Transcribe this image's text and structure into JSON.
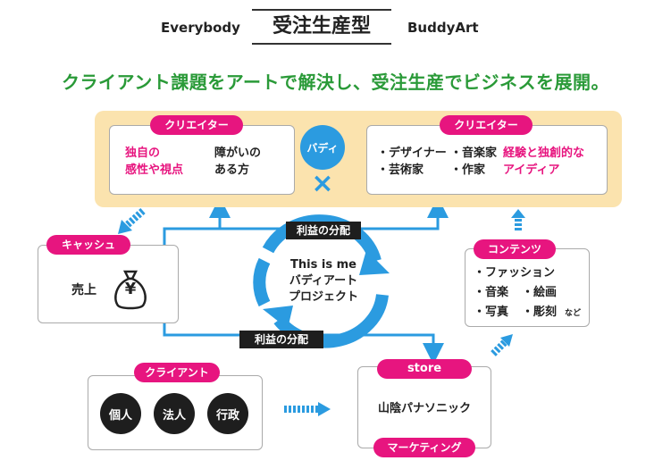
{
  "header": {
    "left": "Everybody",
    "center": "受注生産型",
    "right": "BuddyArt"
  },
  "headline": "クライアント課題をアートで解決し、受注生産でビジネスを展開。",
  "creator_left": {
    "label": "クリエイター",
    "col1": [
      "独自の",
      "感性や視点"
    ],
    "col2": [
      "障がいの",
      "ある方"
    ]
  },
  "buddy": {
    "label": "バディ",
    "cross": "×"
  },
  "creator_right": {
    "label": "クリエイター",
    "col1": [
      "・デザイナー",
      "・芸術家"
    ],
    "col2": [
      "・音楽家",
      "・作家"
    ],
    "col3": [
      "経験と独創的な",
      "アイディア"
    ]
  },
  "cash": {
    "label": "キャッシュ",
    "item": "売上",
    "icon": "money-bag-icon",
    "icon_char": "¥"
  },
  "cycle": {
    "top_label": "利益の分配",
    "bottom_label": "利益の分配",
    "center_lines": [
      "This is me",
      "バディアート",
      "プロジェクト"
    ]
  },
  "contents": {
    "label": "コンテンツ",
    "rows": [
      [
        "・ファッション"
      ],
      [
        "・音楽",
        "・絵画"
      ],
      [
        "・写真",
        "・彫刻",
        "など"
      ]
    ]
  },
  "client": {
    "label": "クライアント",
    "types": [
      "個人",
      "法人",
      "行政"
    ]
  },
  "store": {
    "label": "store",
    "name": "山陰パナソニック",
    "footer": "マーケティング"
  },
  "colors": {
    "green": "#2a9a38",
    "pink": "#e7157f",
    "blue": "#2b9be0",
    "yellow": "#fbe3ae",
    "dark": "#1e1e1e"
  }
}
